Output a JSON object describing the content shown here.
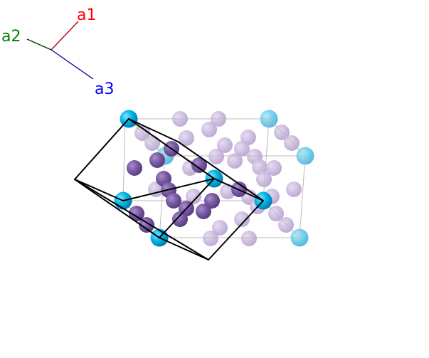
{
  "axes": {
    "a1": {
      "label": "a1",
      "color": "#ff0000",
      "line_color": "#aa0000"
    },
    "a2": {
      "label": "a2",
      "color": "#008000",
      "line_color": "#003300"
    },
    "a3": {
      "label": "a3",
      "color": "#0000ff",
      "line_color": "#0000aa"
    }
  },
  "colors": {
    "cation": "#00aadd",
    "cation_ghost": "#66ccee",
    "anion": "#7a5aa0",
    "anion_ghost": "#c8b8dd",
    "primitive_cell": "#000000",
    "conventional_cell": "#bbbbbb"
  }
}
